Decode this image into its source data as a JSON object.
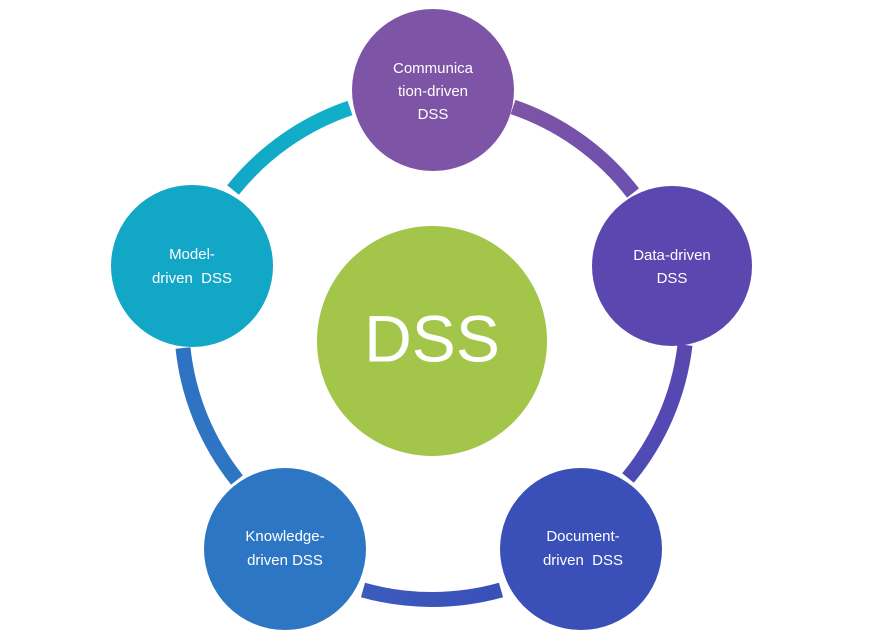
{
  "center": {
    "label": "DSS",
    "color": "#a3c64a"
  },
  "nodes": [
    {
      "id": "communication",
      "lines": [
        "Communica",
        "tion-driven",
        "DSS"
      ],
      "color": "#7e54a6"
    },
    {
      "id": "data",
      "lines": [
        "Data-driven",
        "DSS"
      ],
      "color": "#5a47b0"
    },
    {
      "id": "document",
      "lines": [
        "Document-",
        "driven  DSS"
      ],
      "color": "#3a4fb8"
    },
    {
      "id": "knowledge",
      "lines": [
        "Knowledge-",
        "driven DSS"
      ],
      "color": "#2d76c3"
    },
    {
      "id": "model",
      "lines": [
        "Model-",
        "driven  DSS"
      ],
      "color": "#12a7c7"
    }
  ],
  "ring_colors": [
    "#7e54a6",
    "#5a47b0",
    "#3a4fb8",
    "#2d76c3",
    "#12a7c7"
  ]
}
